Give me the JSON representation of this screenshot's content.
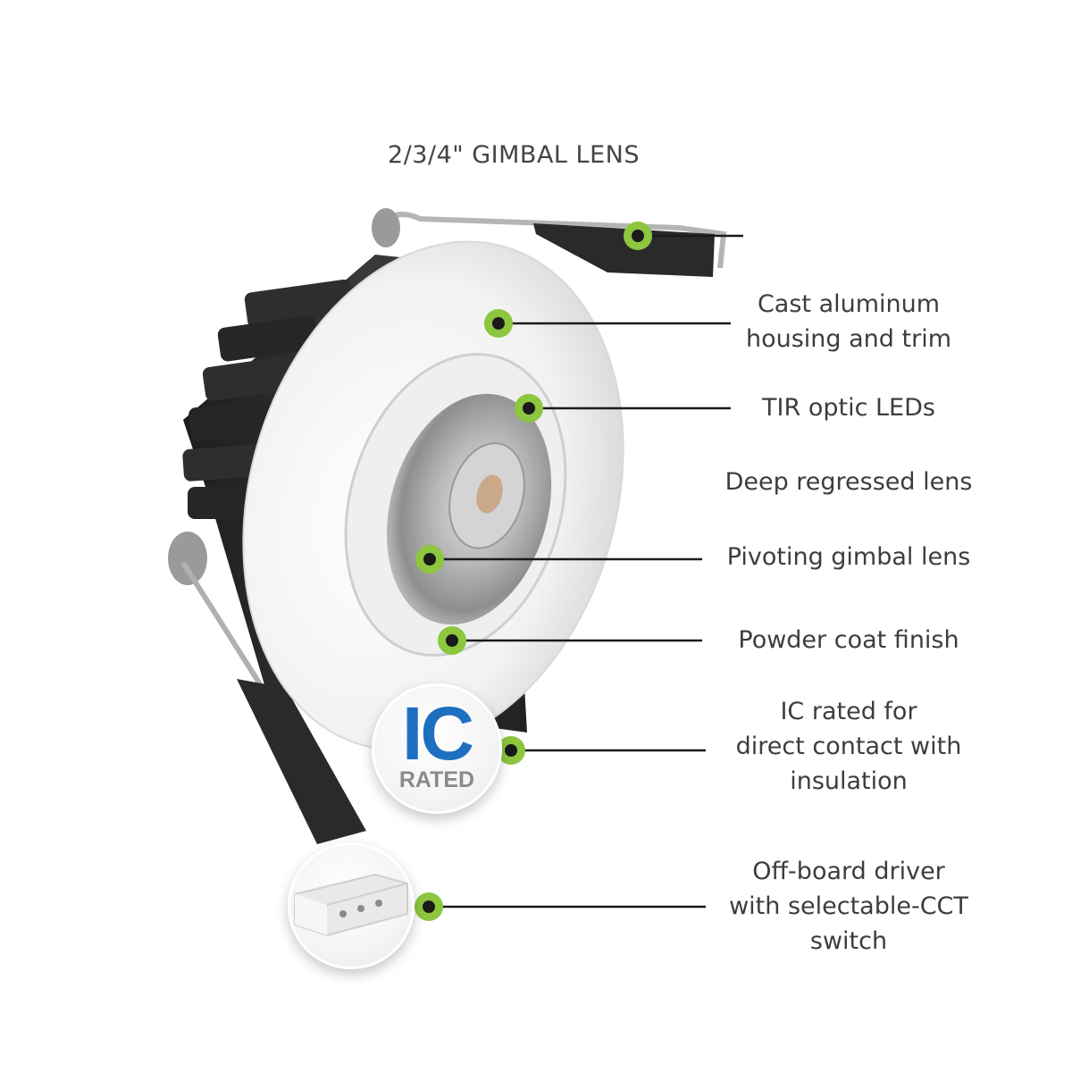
{
  "title": "2/3/4\" GIMBAL LENS",
  "features": {
    "housing": [
      "Cast aluminum",
      "housing and trim"
    ],
    "tir": [
      "TIR optic LEDs"
    ],
    "deep": [
      "Deep regressed lens"
    ],
    "pivot": [
      "Pivoting gimbal lens"
    ],
    "powder": [
      "Powder coat finish"
    ],
    "ic": [
      "IC rated for",
      "direct contact with",
      "insulation"
    ],
    "driver": [
      "Off-board driver",
      "with selectable-CCT",
      "switch"
    ]
  },
  "badge": {
    "ic_text": "IC",
    "rated_text": "RATED"
  },
  "colors": {
    "marker_ring": "#8dc63f",
    "marker_dot": "#1a1a1a",
    "leader_line": "#1a1a1a",
    "ic_blue": "#1e6fbf",
    "housing_dark": "#2b2b2b",
    "trim_white": "#f3f3f3"
  }
}
